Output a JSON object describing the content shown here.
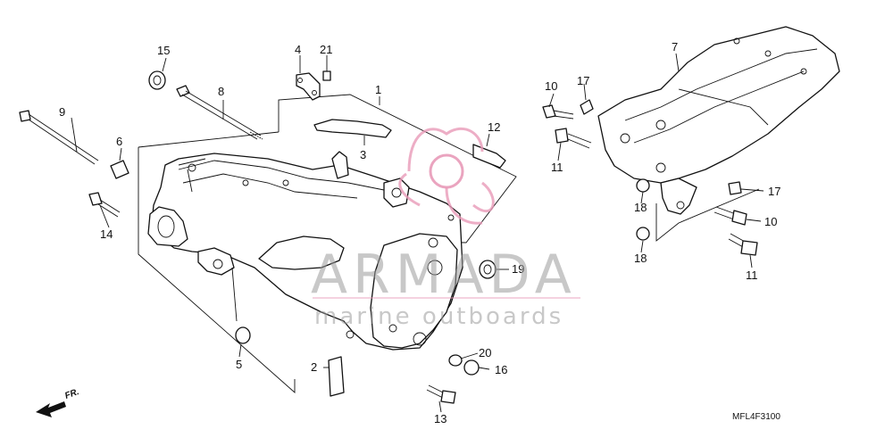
{
  "diagram": {
    "part_numbers": {
      "p1": "1",
      "p2": "2",
      "p3": "3",
      "p4": "4",
      "p5": "5",
      "p6": "6",
      "p7": "7",
      "p8": "8",
      "p9": "9",
      "p10a": "10",
      "p10b": "10",
      "p11a": "11",
      "p11b": "11",
      "p12": "12",
      "p13": "13",
      "p14": "14",
      "p15": "15",
      "p16": "16",
      "p17a": "17",
      "p17b": "17",
      "p18a": "18",
      "p18b": "18",
      "p19": "19",
      "p20": "20",
      "p21": "21"
    },
    "direction_label": "FR.",
    "diagram_code": "MFL4F3100"
  },
  "watermark": {
    "brand": "ARMADA",
    "tagline": "marine outboards",
    "accent_color": "#e89ab8"
  }
}
